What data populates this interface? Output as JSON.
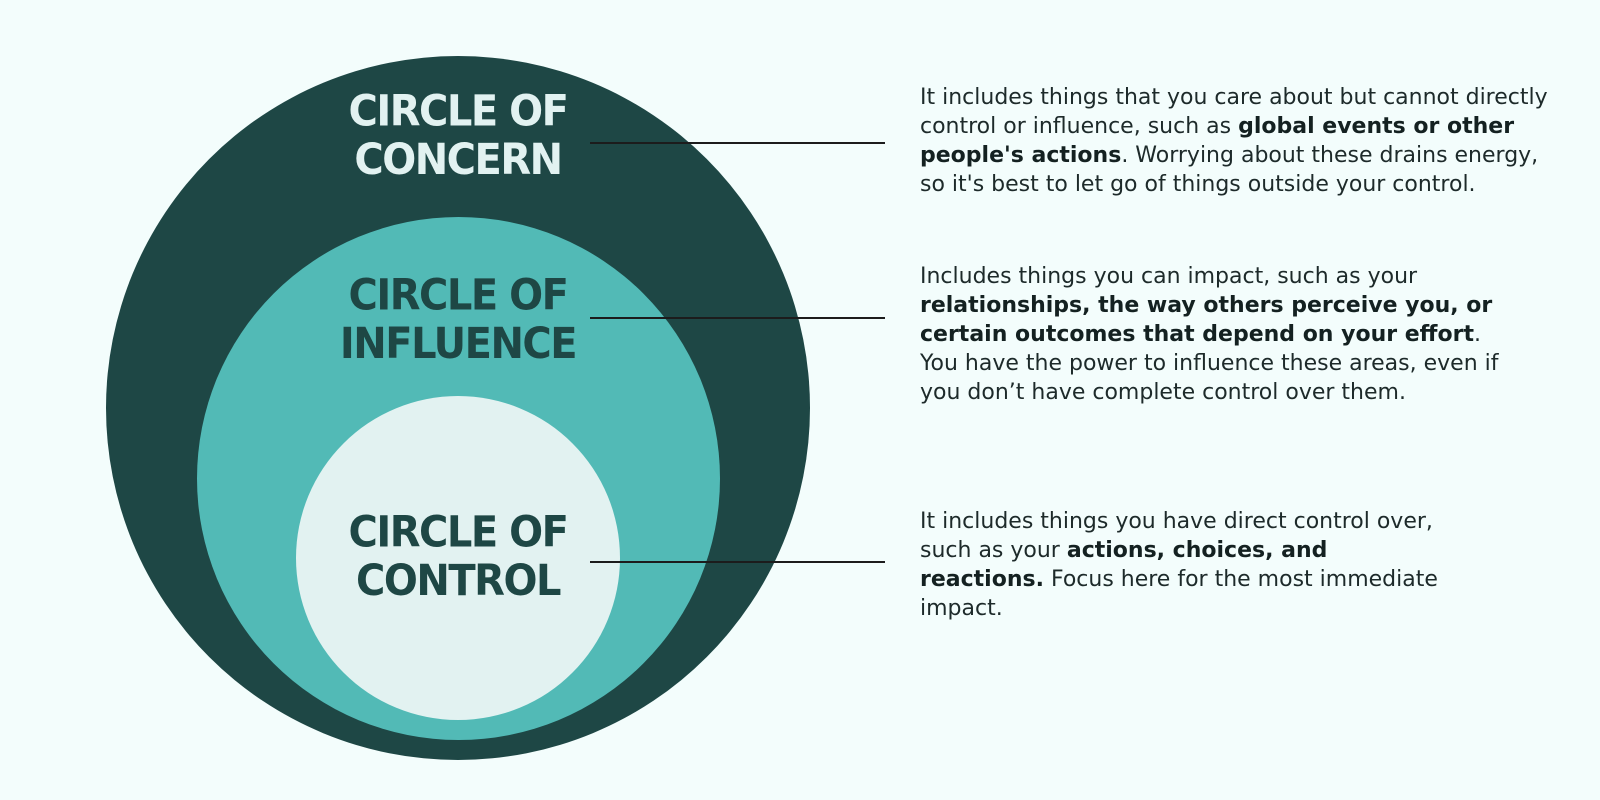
{
  "colors": {
    "background": "#f3fdfc",
    "concern": "#1e4745",
    "influence": "#52bab6",
    "control": "#e2f2f1",
    "concern_title": "#e2f2f1",
    "inner_titles": "#1e4745",
    "text": "#1d2a2a"
  },
  "circles": [
    {
      "id": "concern",
      "title_lines": [
        "CIRCLE OF",
        "CONCERN"
      ],
      "description": [
        {
          "text": "It includes things that you care about but cannot directly control or influence, such as ",
          "bold": false
        },
        {
          "text": "global events or other people's actions",
          "bold": true
        },
        {
          "text": ". Worrying about these drains energy, so it's best to let go of things outside your control.",
          "bold": false
        }
      ]
    },
    {
      "id": "influence",
      "title_lines": [
        "CIRCLE OF",
        "INFLUENCE"
      ],
      "description": [
        {
          "text": "Includes things you can impact, such as your ",
          "bold": false
        },
        {
          "text": "relationships, the way others perceive you, or certain outcomes that depend on your effort",
          "bold": true
        },
        {
          "text": ". You have the power to influence these areas, even if you don’t have complete control over them.",
          "bold": false
        }
      ]
    },
    {
      "id": "control",
      "title_lines": [
        "CIRCLE OF",
        "CONTROL"
      ],
      "description": [
        {
          "text": "It includes things you have direct control over, such as your ",
          "bold": false
        },
        {
          "text": "actions, choices, and reactions.",
          "bold": true
        },
        {
          "text": " Focus here for the most immediate impact.",
          "bold": false
        }
      ]
    }
  ]
}
